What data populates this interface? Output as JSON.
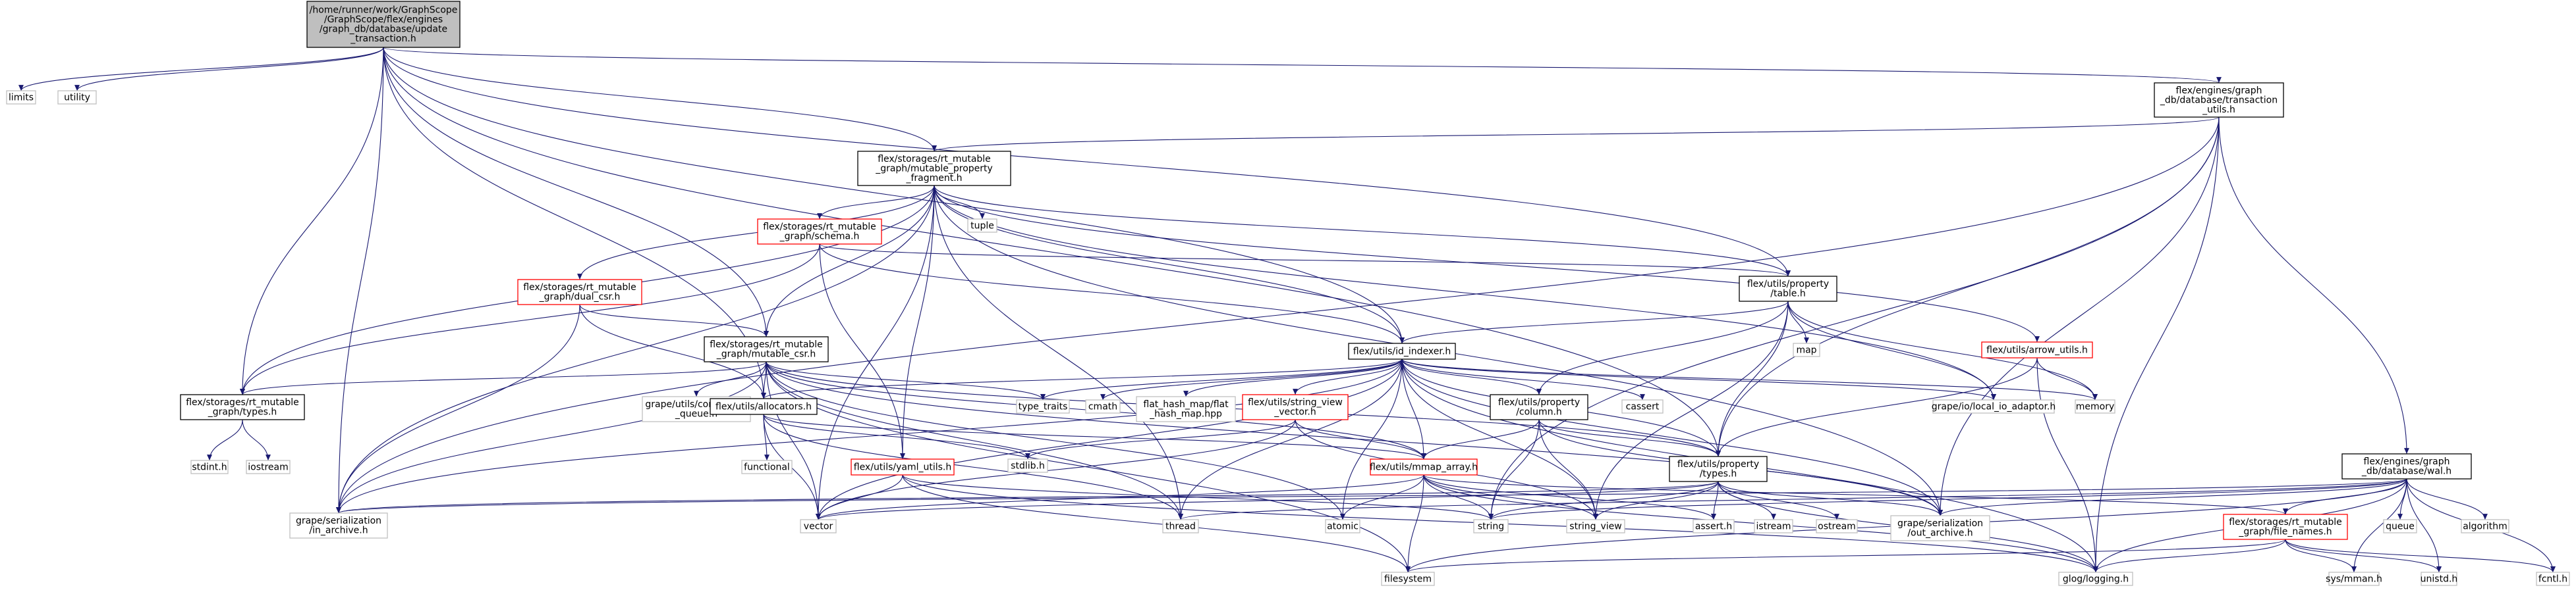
{
  "colors": {
    "edge": "#191970",
    "root_fill": "#bfbfbf",
    "border_black": "#000000",
    "border_red": "#ff0000",
    "border_grey": "#bfbfbf"
  },
  "nodes": [
    {
      "id": "root",
      "lines": [
        "/home/runner/work/GraphScope",
        "/GraphScope/flex/engines",
        "/graph_db/database/update",
        "_transaction.h"
      ]
    },
    {
      "id": "limits",
      "lines": [
        "limits"
      ]
    },
    {
      "id": "utility",
      "lines": [
        "utility"
      ]
    },
    {
      "id": "transaction_utils",
      "lines": [
        "flex/engines/graph",
        "_db/database/transaction",
        "_utils.h"
      ]
    },
    {
      "id": "mutable_property_fragment",
      "lines": [
        "flex/storages/rt_mutable",
        "_graph/mutable_property",
        "_fragment.h"
      ]
    },
    {
      "id": "tuple",
      "lines": [
        "tuple"
      ]
    },
    {
      "id": "schema",
      "lines": [
        "flex/storages/rt_mutable",
        "_graph/schema.h"
      ]
    },
    {
      "id": "property_table",
      "lines": [
        "flex/utils/property",
        "/table.h"
      ]
    },
    {
      "id": "dual_csr",
      "lines": [
        "flex/storages/rt_mutable",
        "_graph/dual_csr.h"
      ]
    },
    {
      "id": "map",
      "lines": [
        "map"
      ]
    },
    {
      "id": "arrow_utils",
      "lines": [
        "flex/utils/arrow_utils.h"
      ]
    },
    {
      "id": "mutable_csr",
      "lines": [
        "flex/storages/rt_mutable",
        "_graph/mutable_csr.h"
      ]
    },
    {
      "id": "id_indexer",
      "lines": [
        "flex/utils/id_indexer.h"
      ]
    },
    {
      "id": "types",
      "lines": [
        "flex/storages/rt_mutable",
        "_graph/types.h"
      ]
    },
    {
      "id": "concurrent_queue",
      "lines": [
        "grape/utils/concurrent",
        "_queue.h"
      ]
    },
    {
      "id": "allocators",
      "lines": [
        "flex/utils/allocators.h"
      ]
    },
    {
      "id": "type_traits",
      "lines": [
        "type_traits"
      ]
    },
    {
      "id": "cmath",
      "lines": [
        "cmath"
      ]
    },
    {
      "id": "flat_hash_map",
      "lines": [
        "flat_hash_map/flat",
        "_hash_map.hpp"
      ]
    },
    {
      "id": "string_view_vector",
      "lines": [
        "flex/utils/string_view",
        "_vector.h"
      ]
    },
    {
      "id": "property_column",
      "lines": [
        "flex/utils/property",
        "/column.h"
      ]
    },
    {
      "id": "cassert",
      "lines": [
        "cassert"
      ]
    },
    {
      "id": "local_io_adaptor",
      "lines": [
        "grape/io/local_io_adaptor.h"
      ]
    },
    {
      "id": "memory",
      "lines": [
        "memory"
      ]
    },
    {
      "id": "wal",
      "lines": [
        "flex/engines/graph",
        "_db/database/wal.h"
      ]
    },
    {
      "id": "stdint",
      "lines": [
        "stdint.h"
      ]
    },
    {
      "id": "iostream",
      "lines": [
        "iostream"
      ]
    },
    {
      "id": "functional",
      "lines": [
        "functional"
      ]
    },
    {
      "id": "stdlib",
      "lines": [
        "stdlib.h"
      ]
    },
    {
      "id": "yaml_utils",
      "lines": [
        "flex/utils/yaml_utils.h"
      ]
    },
    {
      "id": "mmap_array",
      "lines": [
        "flex/utils/mmap_array.h"
      ]
    },
    {
      "id": "property_types",
      "lines": [
        "flex/utils/property",
        "/types.h"
      ]
    },
    {
      "id": "in_archive",
      "lines": [
        "grape/serialization",
        "/in_archive.h"
      ]
    },
    {
      "id": "vector",
      "lines": [
        "vector"
      ]
    },
    {
      "id": "thread",
      "lines": [
        "thread"
      ]
    },
    {
      "id": "atomic",
      "lines": [
        "atomic"
      ]
    },
    {
      "id": "string",
      "lines": [
        "string"
      ]
    },
    {
      "id": "string_view",
      "lines": [
        "string_view"
      ]
    },
    {
      "id": "assert_h",
      "lines": [
        "assert.h"
      ]
    },
    {
      "id": "istream",
      "lines": [
        "istream"
      ]
    },
    {
      "id": "ostream",
      "lines": [
        "ostream"
      ]
    },
    {
      "id": "out_archive",
      "lines": [
        "grape/serialization",
        "/out_archive.h"
      ]
    },
    {
      "id": "file_names",
      "lines": [
        "flex/storages/rt_mutable",
        "_graph/file_names.h"
      ]
    },
    {
      "id": "queue",
      "lines": [
        "queue"
      ]
    },
    {
      "id": "algorithm",
      "lines": [
        "algorithm"
      ]
    },
    {
      "id": "fcntl",
      "lines": [
        "fcntl.h"
      ]
    },
    {
      "id": "unistd",
      "lines": [
        "unistd.h"
      ]
    },
    {
      "id": "sys_mman",
      "lines": [
        "sys/mman.h"
      ]
    },
    {
      "id": "filesystem",
      "lines": [
        "filesystem"
      ]
    },
    {
      "id": "glog",
      "lines": [
        "glog/logging.h"
      ]
    }
  ],
  "edges": [
    [
      "root",
      "limits"
    ],
    [
      "root",
      "utility"
    ],
    [
      "root",
      "transaction_utils"
    ],
    [
      "root",
      "mutable_property_fragment"
    ],
    [
      "root",
      "types"
    ],
    [
      "root",
      "in_archive"
    ],
    [
      "root",
      "allocators"
    ],
    [
      "root",
      "mutable_csr"
    ],
    [
      "root",
      "id_indexer"
    ],
    [
      "root",
      "property_table"
    ],
    [
      "root",
      "property_types"
    ],
    [
      "transaction_utils",
      "mutable_property_fragment"
    ],
    [
      "transaction_utils",
      "wal"
    ],
    [
      "transaction_utils",
      "in_archive"
    ],
    [
      "transaction_utils",
      "out_archive"
    ],
    [
      "transaction_utils",
      "property_types"
    ],
    [
      "transaction_utils",
      "glog"
    ],
    [
      "transaction_utils",
      "string"
    ],
    [
      "mutable_property_fragment",
      "tuple"
    ],
    [
      "mutable_property_fragment",
      "schema"
    ],
    [
      "mutable_property_fragment",
      "property_table"
    ],
    [
      "mutable_property_fragment",
      "dual_csr"
    ],
    [
      "mutable_property_fragment",
      "arrow_utils"
    ],
    [
      "mutable_property_fragment",
      "mutable_csr"
    ],
    [
      "mutable_property_fragment",
      "id_indexer"
    ],
    [
      "mutable_property_fragment",
      "types"
    ],
    [
      "mutable_property_fragment",
      "local_io_adaptor"
    ],
    [
      "mutable_property_fragment",
      "yaml_utils"
    ],
    [
      "mutable_property_fragment",
      "vector"
    ],
    [
      "mutable_property_fragment",
      "thread"
    ],
    [
      "mutable_property_fragment",
      "out_archive"
    ],
    [
      "mutable_property_fragment",
      "in_archive"
    ],
    [
      "schema",
      "property_table"
    ],
    [
      "schema",
      "id_indexer"
    ],
    [
      "schema",
      "types"
    ],
    [
      "schema",
      "yaml_utils"
    ],
    [
      "property_table",
      "id_indexer"
    ],
    [
      "property_table",
      "map"
    ],
    [
      "property_table",
      "property_column"
    ],
    [
      "property_table",
      "local_io_adaptor"
    ],
    [
      "property_table",
      "memory"
    ],
    [
      "property_table",
      "string_view"
    ],
    [
      "property_table",
      "property_types"
    ],
    [
      "dual_csr",
      "mutable_csr"
    ],
    [
      "dual_csr",
      "in_archive"
    ],
    [
      "dual_csr",
      "allocators"
    ],
    [
      "arrow_utils",
      "memory"
    ],
    [
      "arrow_utils",
      "property_types"
    ],
    [
      "arrow_utils",
      "glog"
    ],
    [
      "mutable_csr",
      "types"
    ],
    [
      "mutable_csr",
      "concurrent_queue"
    ],
    [
      "mutable_csr",
      "allocators"
    ],
    [
      "mutable_csr",
      "type_traits"
    ],
    [
      "mutable_csr",
      "mmap_array"
    ],
    [
      "mutable_csr",
      "property_types"
    ],
    [
      "mutable_csr",
      "in_archive"
    ],
    [
      "mutable_csr",
      "out_archive"
    ],
    [
      "mutable_csr",
      "atomic"
    ],
    [
      "mutable_csr",
      "vector"
    ],
    [
      "mutable_csr",
      "thread"
    ],
    [
      "mutable_csr",
      "filesystem"
    ],
    [
      "id_indexer",
      "type_traits"
    ],
    [
      "id_indexer",
      "cmath"
    ],
    [
      "id_indexer",
      "flat_hash_map"
    ],
    [
      "id_indexer",
      "string_view_vector"
    ],
    [
      "id_indexer",
      "property_column"
    ],
    [
      "id_indexer",
      "cassert"
    ],
    [
      "id_indexer",
      "local_io_adaptor"
    ],
    [
      "id_indexer",
      "memory"
    ],
    [
      "id_indexer",
      "mmap_array"
    ],
    [
      "id_indexer",
      "property_types"
    ],
    [
      "id_indexer",
      "in_archive"
    ],
    [
      "id_indexer",
      "out_archive"
    ],
    [
      "id_indexer",
      "atomic"
    ],
    [
      "id_indexer",
      "thread"
    ],
    [
      "id_indexer",
      "vector"
    ],
    [
      "id_indexer",
      "string_view"
    ],
    [
      "id_indexer",
      "glog"
    ],
    [
      "id_indexer",
      "allocators"
    ],
    [
      "types",
      "stdint"
    ],
    [
      "types",
      "iostream"
    ],
    [
      "allocators",
      "functional"
    ],
    [
      "allocators",
      "stdlib"
    ],
    [
      "allocators",
      "vector"
    ],
    [
      "allocators",
      "mmap_array"
    ],
    [
      "allocators",
      "thread"
    ],
    [
      "string_view_vector",
      "stdlib"
    ],
    [
      "string_view_vector",
      "vector"
    ],
    [
      "string_view_vector",
      "string_view"
    ],
    [
      "string_view_vector",
      "mmap_array"
    ],
    [
      "property_column",
      "property_types"
    ],
    [
      "property_column",
      "mmap_array"
    ],
    [
      "property_column",
      "string"
    ],
    [
      "property_column",
      "string_view"
    ],
    [
      "property_column",
      "out_archive"
    ],
    [
      "wal",
      "file_names"
    ],
    [
      "wal",
      "queue"
    ],
    [
      "wal",
      "algorithm"
    ],
    [
      "wal",
      "fcntl"
    ],
    [
      "wal",
      "unistd"
    ],
    [
      "wal",
      "sys_mman"
    ],
    [
      "wal",
      "filesystem"
    ],
    [
      "wal",
      "glog"
    ],
    [
      "wal",
      "string"
    ],
    [
      "wal",
      "thread"
    ],
    [
      "wal",
      "out_archive"
    ],
    [
      "wal",
      "in_archive"
    ],
    [
      "yaml_utils",
      "string"
    ],
    [
      "yaml_utils",
      "vector"
    ],
    [
      "yaml_utils",
      "glog"
    ],
    [
      "yaml_utils",
      "filesystem"
    ],
    [
      "mmap_array",
      "atomic"
    ],
    [
      "mmap_array",
      "string"
    ],
    [
      "mmap_array",
      "string_view"
    ],
    [
      "mmap_array",
      "assert_h"
    ],
    [
      "mmap_array",
      "filesystem"
    ],
    [
      "mmap_array",
      "glog"
    ],
    [
      "mmap_array",
      "file_names"
    ],
    [
      "mmap_array",
      "vector"
    ],
    [
      "property_types",
      "assert_h"
    ],
    [
      "property_types",
      "istream"
    ],
    [
      "property_types",
      "ostream"
    ],
    [
      "property_types",
      "string"
    ],
    [
      "property_types",
      "string_view"
    ],
    [
      "property_types",
      "vector"
    ],
    [
      "property_types",
      "in_archive"
    ],
    [
      "property_types",
      "out_archive"
    ],
    [
      "property_types",
      "glog"
    ],
    [
      "file_names",
      "fcntl"
    ],
    [
      "file_names",
      "unistd"
    ],
    [
      "file_names",
      "sys_mman"
    ],
    [
      "file_names",
      "filesystem"
    ],
    [
      "file_names",
      "glog"
    ]
  ]
}
